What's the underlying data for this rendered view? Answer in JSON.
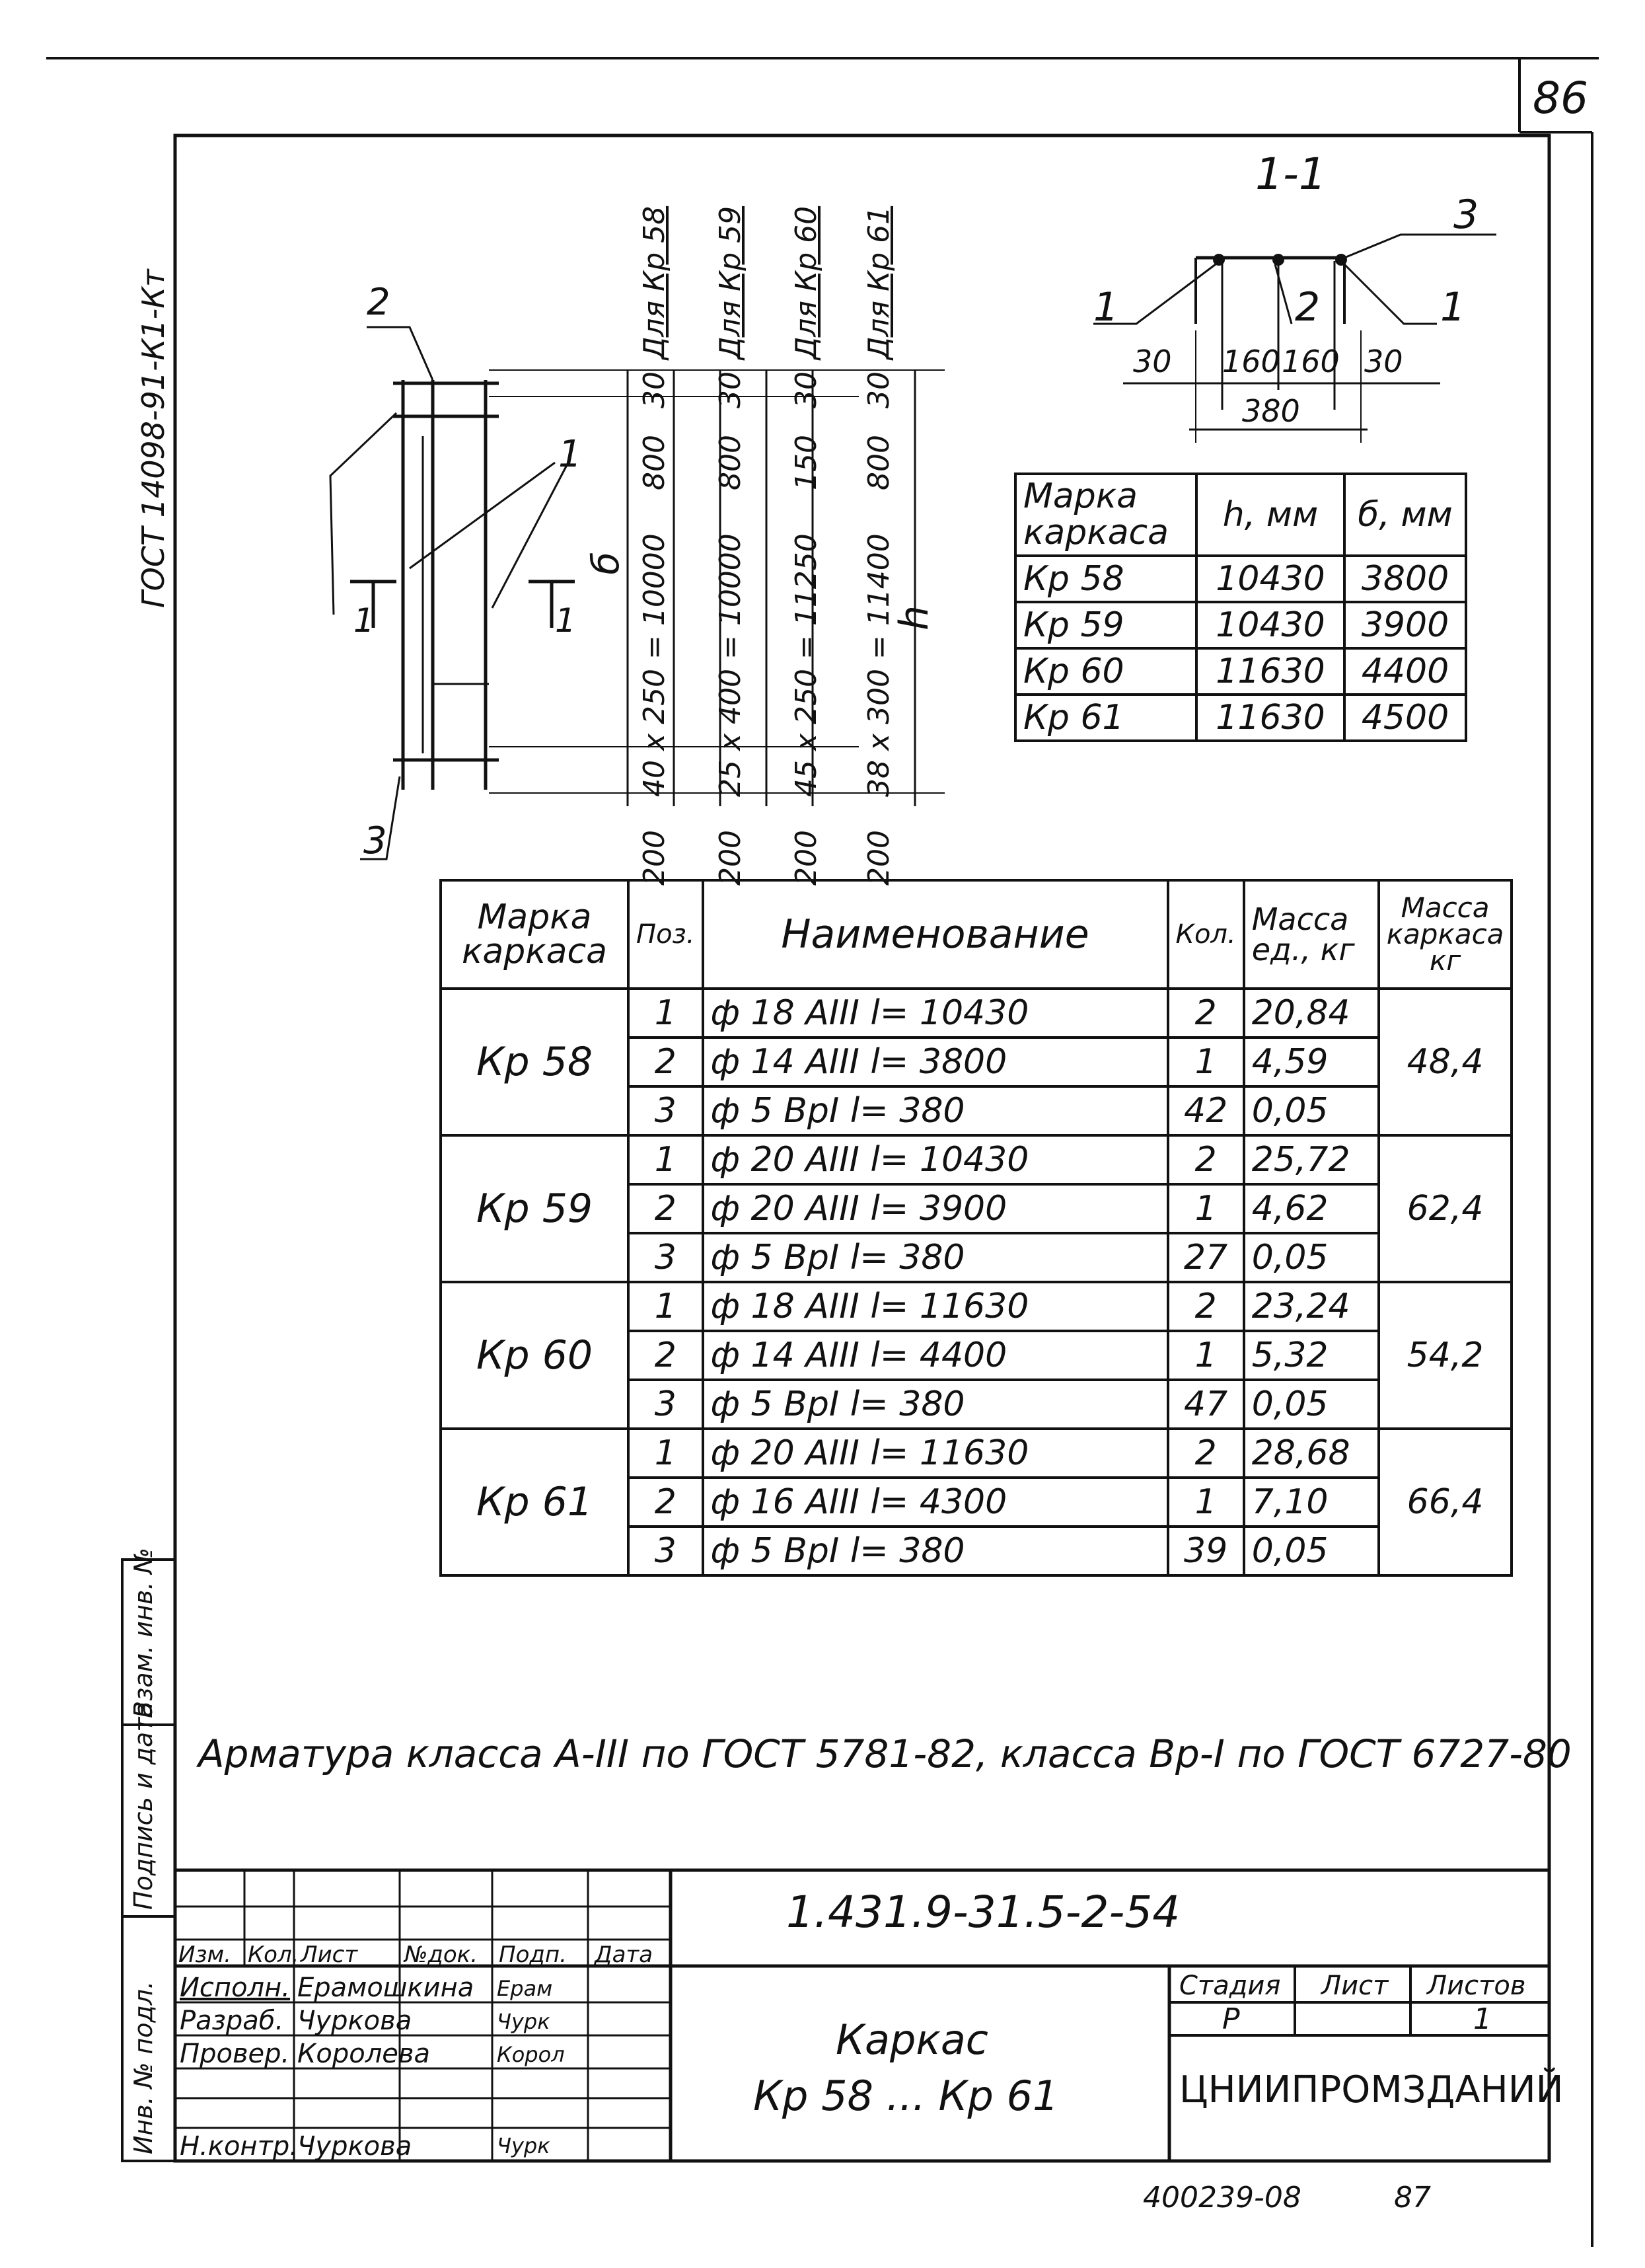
{
  "sheet": {
    "page_number": "86",
    "bottom_stamp": "400239-08",
    "bottom_stamp_page": "87",
    "notes": "Арматура класса А-III по ГОСТ 5781-82, класса Вр-I по ГОСТ 6727-80"
  },
  "section": {
    "title": "1-1",
    "callouts": [
      "1",
      "2",
      "1",
      "3"
    ],
    "dims": [
      "30",
      "160",
      "160",
      "30"
    ],
    "total": "380"
  },
  "elevation": {
    "standard_ref": "ГОСТ 14098-91-К1-Кт",
    "label_b": "б",
    "label_h": "h",
    "callout_2": "2",
    "callout_1": "1",
    "callout_3": "3",
    "section_mark_left": "1",
    "section_mark_right": "1",
    "columns": [
      {
        "top": "30",
        "mid": "800",
        "formula": "40 x 250 = 10000",
        "bottom": "200",
        "caption": "Для Кр 58"
      },
      {
        "top": "30",
        "mid": "800",
        "formula": "25 x 400 = 10000",
        "bottom": "200",
        "caption": "Для Кр 59"
      },
      {
        "top": "30",
        "mid": "150",
        "formula": "45 x 250 = 11250",
        "bottom": "200",
        "caption": "Для Кр 60"
      },
      {
        "top": "30",
        "mid": "800",
        "formula": "38 x 300 = 11400",
        "bottom": "200",
        "caption": "Для Кр 61"
      }
    ]
  },
  "dims_table": {
    "headers": [
      "Марка каркаса",
      "h, мм",
      "б, мм"
    ],
    "rows": [
      [
        "Кр 58",
        "10430",
        "3800"
      ],
      [
        "Кр 59",
        "10430",
        "3900"
      ],
      [
        "Кр 60",
        "11630",
        "4400"
      ],
      [
        "Кр 61",
        "11630",
        "4500"
      ]
    ]
  },
  "spec_table": {
    "headers": [
      "Марка каркаса",
      "Поз.",
      "Наименование",
      "Кол.",
      "Масса ед., кг",
      "Масса каркаса кг"
    ],
    "groups": [
      {
        "mark": "Кр 58",
        "total": "48,4",
        "rows": [
          [
            "1",
            "ф 18 АIII   l= 10430",
            "2",
            "20,84"
          ],
          [
            "2",
            "ф 14 АIII   l= 3800",
            "1",
            "4,59"
          ],
          [
            "3",
            "ф 5 ВрI   l= 380",
            "42",
            "0,05"
          ]
        ]
      },
      {
        "mark": "Кр 59",
        "total": "62,4",
        "rows": [
          [
            "1",
            "ф 20 АIII   l= 10430",
            "2",
            "25,72"
          ],
          [
            "2",
            "ф 20 АIII   l= 3900",
            "1",
            "4,62"
          ],
          [
            "3",
            "ф 5 ВрI   l= 380",
            "27",
            "0,05"
          ]
        ]
      },
      {
        "mark": "Кр 60",
        "total": "54,2",
        "rows": [
          [
            "1",
            "ф 18 АIII   l= 11630",
            "2",
            "23,24"
          ],
          [
            "2",
            "ф 14 АIII   l= 4400",
            "1",
            "5,32"
          ],
          [
            "3",
            "ф 5 ВрI   l= 380",
            "47",
            "0,05"
          ]
        ]
      },
      {
        "mark": "Кр 61",
        "total": "66,4",
        "rows": [
          [
            "1",
            "ф 20 АIII   l= 11630",
            "2",
            "28,68"
          ],
          [
            "2",
            "ф 16 АIII   l= 4300",
            "1",
            "7,10"
          ],
          [
            "3",
            "ф 5 ВрI   l= 380",
            "39",
            "0,05"
          ]
        ]
      }
    ]
  },
  "title_block": {
    "doc_number": "1.431.9-31.5-2-54",
    "title_line1": "Каркас",
    "title_line2": "Кр 58 ... Кр 61",
    "org": "ЦНИИПРОМЗДАНИЙ",
    "stage_header": "Стадия",
    "sheet_header": "Лист",
    "sheets_header": "Листов",
    "stage": "Р",
    "sheets": "1",
    "rev_headers": [
      "Изм.",
      "Кол.",
      "Лист",
      "№док.",
      "Подп.",
      "Дата"
    ],
    "roles": [
      {
        "role": "Исполн.",
        "name": "Ерамошкина",
        "sign": "Ерам"
      },
      {
        "role": "Разраб.",
        "name": "Чуркова",
        "sign": "Чурк"
      },
      {
        "role": "Провер.",
        "name": "Королева",
        "sign": "Корол"
      },
      {
        "role": "Н.контр.",
        "name": "Чуркова",
        "sign": "Чурк"
      }
    ]
  },
  "margin_stamp": {
    "cells": [
      "Инв. № подл.",
      "Подпись и дата",
      "Взам. инв. №"
    ]
  }
}
